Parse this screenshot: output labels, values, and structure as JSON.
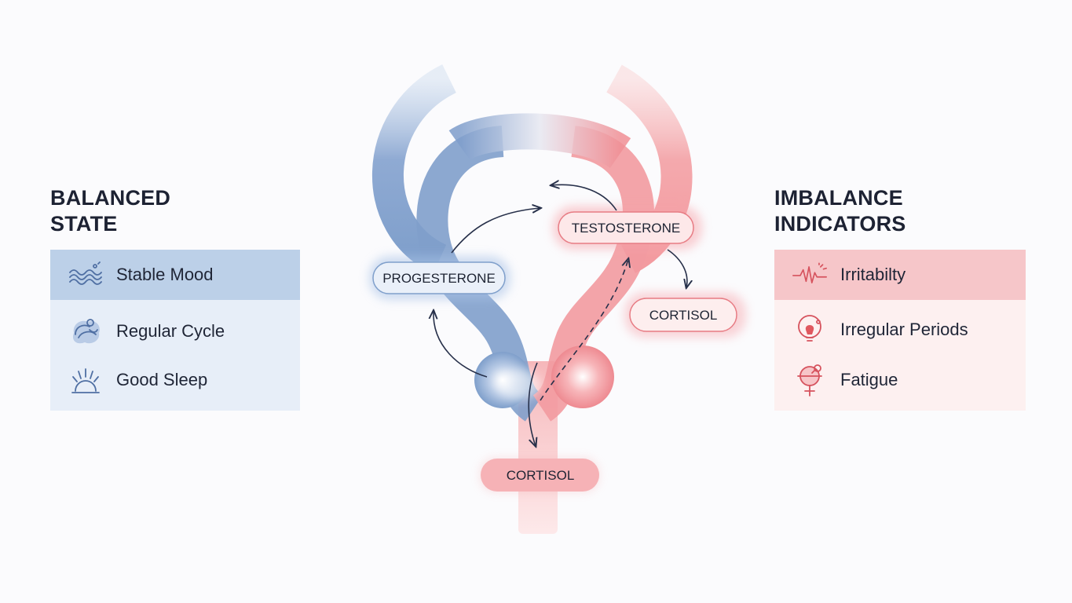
{
  "left_panel": {
    "title_line1": "BALANCED",
    "title_line2": "STATE",
    "items": [
      {
        "label": "Stable Mood",
        "icon": "waves-icon"
      },
      {
        "label": "Regular Cycle",
        "icon": "cycle-icon"
      },
      {
        "label": "Good Sleep",
        "icon": "sunrise-icon"
      }
    ]
  },
  "right_panel": {
    "title_line1": "IMBALANCE",
    "title_line2": "INDICATORS",
    "items": [
      {
        "label": "Irritabilty",
        "icon": "pulse-icon"
      },
      {
        "label": "Irregular Periods",
        "icon": "bulb-icon"
      },
      {
        "label": "Fatigue",
        "icon": "female-symbol-icon"
      }
    ]
  },
  "hormones": {
    "progesterone": "PROGESTERONE",
    "testosterone": "TESTOSTERONE",
    "cortisol_side": "CORTISOL",
    "cortisol_bottom": "CORTISOL"
  },
  "colors": {
    "balanced_accent": "#7f9fcb",
    "imbalance_accent": "#ee8f95",
    "balanced_panel": "#e7eef8",
    "imbalance_panel": "#fdf0f0",
    "text": "#1f2536"
  }
}
